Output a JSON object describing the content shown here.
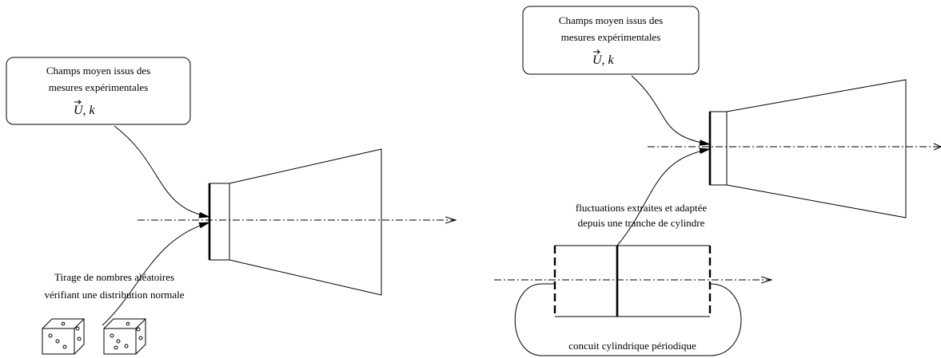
{
  "left": {
    "callout": {
      "line1": "Champs moyen issus des",
      "line2": "mesures expérimentales",
      "math": "U, k"
    },
    "random": {
      "line1": "Tirage de nombres aléatoires",
      "line2": "vérifiant une distribution normale"
    }
  },
  "right": {
    "callout": {
      "line1": "Champs moyen issus des",
      "line2": "mesures expérimentales",
      "math": "U, k"
    },
    "fluct": {
      "line1": "fluctuations extraites et adaptée",
      "line2": "depuis une tranche de cylindre"
    },
    "circuit": "concuit cylindrique périodique"
  }
}
